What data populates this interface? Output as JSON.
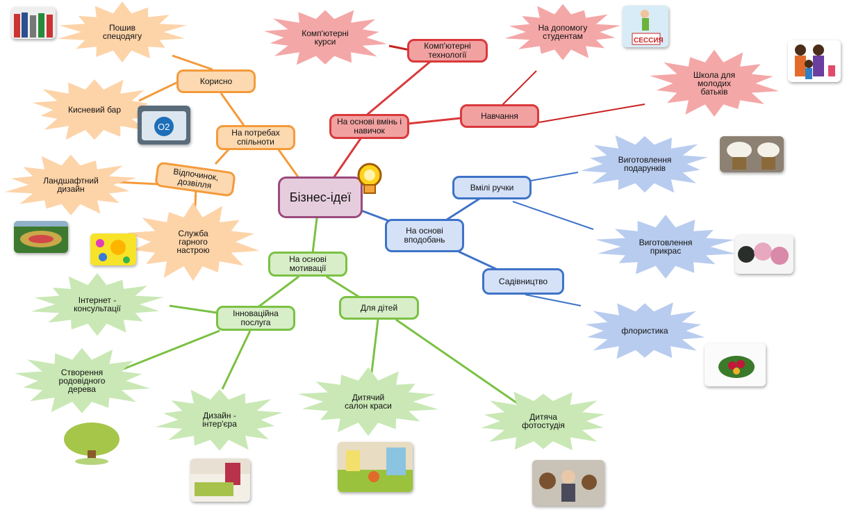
{
  "central": "Бізнес-ідеї",
  "branches": {
    "skills": "На основі вмінь і навичок",
    "computer_tech": "Комп'ютерні технології",
    "computer_courses": "Комп'ютерні курси",
    "training": "Навчання",
    "student_help": "На допомогу студентам",
    "parents_school": "Школа для молодих батьків",
    "hobbies": "На основі вподобань",
    "handy": "Вмілі ручки",
    "gifts": "Виготовлення подарунків",
    "jewelry": "Виготовлення прикрас",
    "gardening": "Садівництво",
    "floristics": "флористика",
    "motivation": "На основі мотивації",
    "innovation": "Інноваційна послуга",
    "internet": "Інтернет - консультації",
    "family_tree": "Створення родовідного дерева",
    "interior": "Дизайн - інтер'єра",
    "children": "Для дітей",
    "kids_salon": "Дитячий салон краси",
    "kids_photo": "Дитяча фотостудія",
    "community": "На потребах спільноти",
    "useful": "Корисно",
    "sewing": "Пошив спецодягу",
    "oxygen_bar": "Кисневий бар",
    "leisure": "Відпочинок, дозвілля",
    "landscape": "Ландшафтний дизайн",
    "mood_service": "Служба гарного настрою"
  },
  "images": {
    "session_sign": "СЕССИЯ",
    "o2_logo": "O2"
  },
  "colors": {
    "orange_line": "#f49a3a",
    "red_line": "#d9393b",
    "blue_line": "#3e73c7",
    "green_line": "#7ac143",
    "central_line": "#9a4a7d"
  }
}
